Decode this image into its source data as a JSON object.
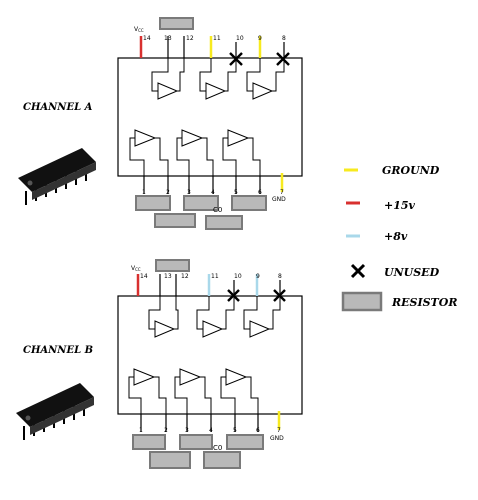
{
  "channels": {
    "a": {
      "label": "CHANNEL A",
      "watermark": "C0"
    },
    "b": {
      "label": "CHANNEL B",
      "watermark": "C0"
    }
  },
  "pins": {
    "vcc": "V",
    "vcc_sub": "CC",
    "p14": "14",
    "p13": "13",
    "p12": "12",
    "p11": "11",
    "p10": "10",
    "p9": "9",
    "p8": "8",
    "p1": "1",
    "p2": "2",
    "p3": "3",
    "p4": "4",
    "p5": "5",
    "p6": "6",
    "p7": "7",
    "gnd": "GND"
  },
  "legend": {
    "ground": "GROUND",
    "plus15": "+15v",
    "plus8": "+8v",
    "unused": "UNUSED",
    "resistor": "RESISTOR"
  },
  "colors": {
    "ground": "#f7ea1f",
    "plus15": "#d8302f",
    "plus8": "#a9d8ea",
    "resistor_fill": "#b9b9b9",
    "resistor_stroke": "#7a7a7a"
  }
}
